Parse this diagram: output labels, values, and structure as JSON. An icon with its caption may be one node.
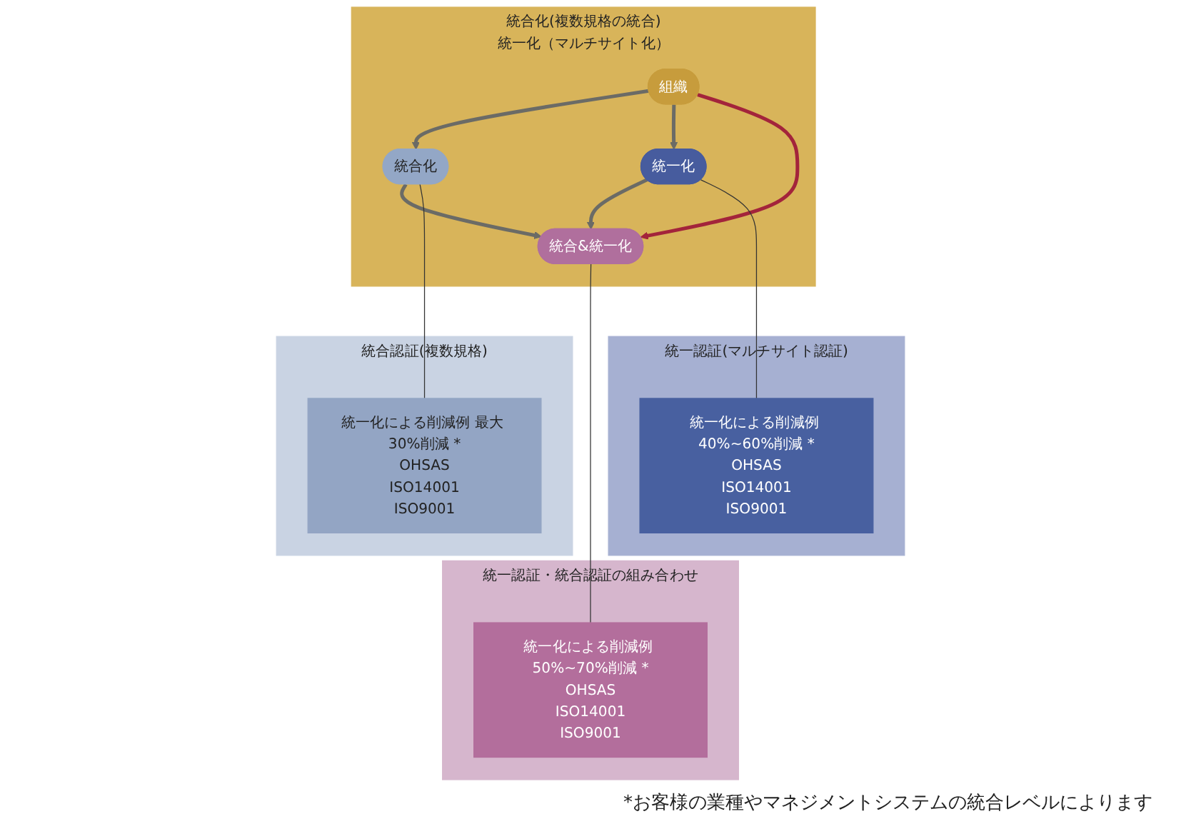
{
  "diagram": {
    "nodes": [
      {
        "text": [
          "統合化(複数規格の統合)",
          "統一化（マルチサイト化）"
        ]
      },
      {
        "text": [
          "組織"
        ],
        "in": 0
      },
      {
        "text": [
          "統合化"
        ],
        "in": 0
      },
      {
        "text": [
          "統一化"
        ],
        "in": 0
      },
      {
        "text": [
          "統合&統一化"
        ],
        "in": 0
      },
      {
        "text": [
          "統合認証(複数規格)"
        ]
      },
      {
        "text": [
          "統一化による削減例 最大 30%削減 *",
          "OHSAS",
          "ISO14001",
          "ISO9001"
        ],
        "in": 5
      },
      {
        "text": [
          "統一認証(マルチサイト認証)"
        ]
      },
      {
        "text": [
          "統一化による削減例 40%~60%削減 *",
          "OHSAS",
          "ISO14001",
          "ISO9001"
        ],
        "in": 7
      },
      {
        "text": [
          "統一認証・統合認証の組み合わせ"
        ]
      },
      {
        "text": [
          "統一化による削減例 50%~70%削減 *",
          "OHSAS",
          "ISO14001",
          "ISO9001"
        ],
        "in": 9
      }
    ],
    "edges": [
      {
        "from": 1,
        "to": 2,
        "arrow": "to"
      },
      {
        "from": 1,
        "to": 3,
        "arrow": "to"
      },
      {
        "from": 1,
        "to": 4,
        "arrow": "to",
        "color": "#a3243b"
      },
      {
        "from": 2,
        "to": 4,
        "arrow": "to"
      },
      {
        "from": 3,
        "to": 4,
        "arrow": "to"
      },
      {
        "from": 2,
        "to": 6,
        "arrow": "none"
      },
      {
        "from": 3,
        "to": 8,
        "arrow": "none"
      },
      {
        "from": 4,
        "to": 10,
        "arrow": "none"
      }
    ],
    "labels": [
      "*お客様の業種やマネジメントシステムの統合レベルによります"
    ]
  }
}
